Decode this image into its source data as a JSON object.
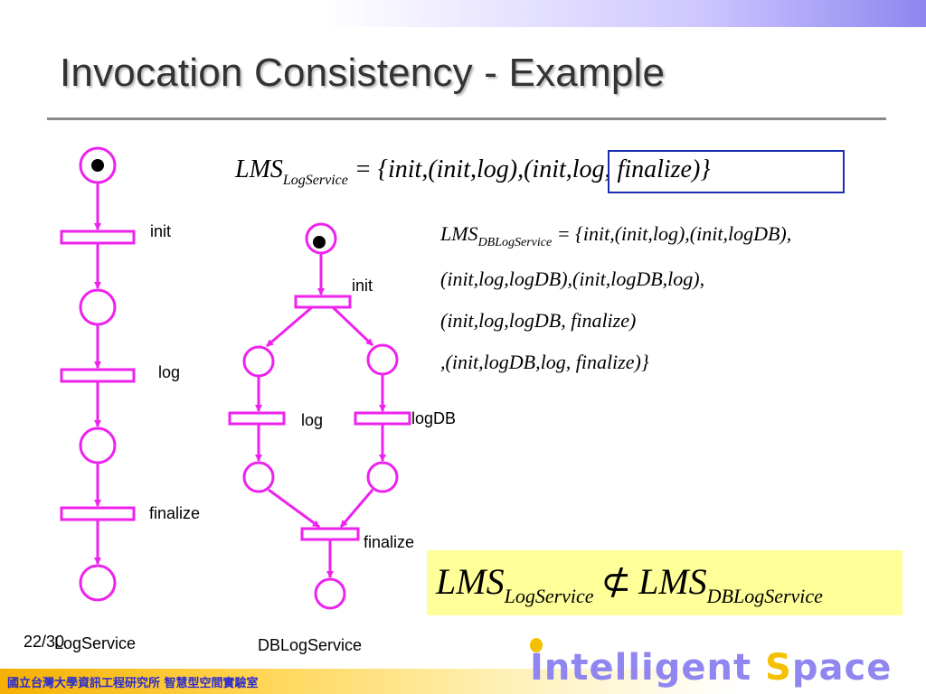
{
  "slide": {
    "title": "Invocation Consistency - Example",
    "page": "22/30",
    "footer": "國立台灣大學資訊工程研究所 智慧型空間實驗室",
    "logo": {
      "word1": "Intelligent",
      "s": "S",
      "rest": "pace"
    }
  },
  "net_left": {
    "caption": "LogService",
    "transitions": [
      "init",
      "log",
      "finalize"
    ]
  },
  "net_right": {
    "caption": "DBLogService",
    "transitions": {
      "top": "init",
      "left": "log",
      "right": "logDB",
      "bottom": "finalize"
    }
  },
  "equations": {
    "eq1": {
      "lhs": "LMS",
      "sub": "LogService",
      "body_a": " = {init,(init,log),",
      "body_hl": "(init,log, finalize)",
      "body_end": "}"
    },
    "eq2": {
      "lhs": "LMS",
      "sub": "DBLogService",
      "line1": " = {init,(init,log),(init,logDB),",
      "line2": "(init,log,logDB),(init,logDB,log),",
      "line3": "(init,log,logDB, finalize)",
      "line4": ",(init,logDB,log, finalize)}"
    },
    "compare": {
      "a": "LMS",
      "a_sub": "LogService",
      "op": "⊄",
      "b": "LMS",
      "b_sub": "DBLogService"
    }
  },
  "colors": {
    "net": "#ee22ee",
    "highlight_box": "#1a2eb0",
    "compare_bg": "#ffff99",
    "title": "#333333"
  }
}
